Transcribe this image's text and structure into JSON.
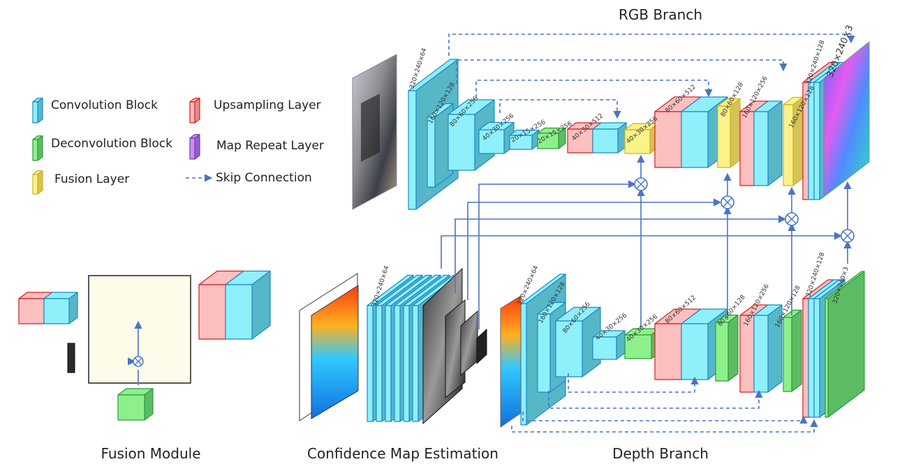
{
  "titles": {
    "rgb_branch": "RGB Branch",
    "fusion_module": "Fusion Module",
    "confidence": "Confidence Map Estimation",
    "depth_branch": "Depth Branch"
  },
  "legend": {
    "convolution": "Convolution Block",
    "deconvolution": "Deconvolution Block",
    "fusion": "Fusion Layer",
    "upsampling": "Upsampling Layer",
    "map_repeat": "Map Repeat Layer",
    "skip": "Skip Connection"
  },
  "colors": {
    "conv_face": "#8ff0fb",
    "conv_side": "#56b7c7",
    "conv_edge": "#1e88c8",
    "deconv_face": "#8ef08a",
    "deconv_side": "#5cbc64",
    "deconv_edge": "#2e9a40",
    "fusion_face": "#fbf28a",
    "fusion_side": "#d2c456",
    "fusion_edge": "#d2b020",
    "up_face": "#fcc0c0",
    "up_side": "#e0908c",
    "up_edge": "#d81c1c",
    "map_face": "#c98ef2",
    "map_side": "#9a5ccc",
    "map_edge": "#7a3cb0",
    "arrow": "#4a74c4",
    "module_bg": "#fcfce8"
  },
  "rgb": {
    "l1": "320×240×64",
    "l2": "160×120×128",
    "l3": "80×60×256",
    "l4": "40×30×256",
    "l5": "20×15×256",
    "l6": "20×15×256",
    "l7": "40×30×512",
    "l8": "40×30×256",
    "l9": "80×60×512",
    "l10": "80×60×128",
    "l11": "160×120×256",
    "l12": "160×120×128",
    "l13": "320×240×128",
    "l14": "320×240×3"
  },
  "depth": {
    "l1": "320×240×64",
    "l2": "160×120×128",
    "l3": "80×60×256",
    "l4": "40×30×256",
    "l5": "40×30×256",
    "l6": "80×60×512",
    "l7": "80×60×128",
    "l8": "160×120×256",
    "l9": "160×120×128",
    "l10": "320×240×128",
    "l11": "320×240×3"
  },
  "confidence": {
    "l1": "320×240×64"
  }
}
